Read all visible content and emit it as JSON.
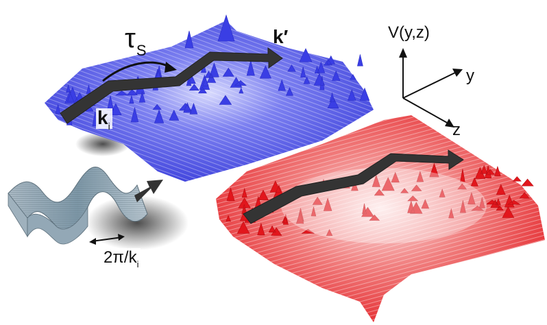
{
  "labels": {
    "tau": "τ",
    "tau_sub": "S",
    "k_prime": "k′",
    "k_i": "k",
    "k_i_sub": "i",
    "potential_axis": "V(y,z)",
    "y_axis": "y",
    "z_axis": "z",
    "wavelength": "2π/k",
    "wavelength_sub": "i"
  },
  "colors": {
    "blue_surface": "#3b3ee6",
    "blue_highlight": "#c9cdfb",
    "red_surface": "#e8141b",
    "red_highlight": "#fbd6d6",
    "wave_surface": "#8aa3b3",
    "arrow": "#3b3b3b"
  }
}
